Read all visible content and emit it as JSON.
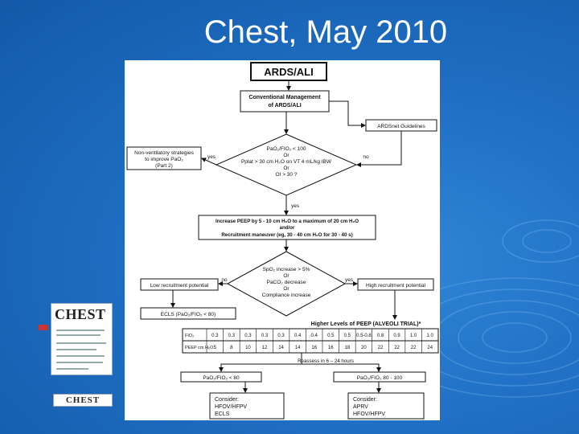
{
  "slide": {
    "title": "Chest, May 2010"
  },
  "thumbnail": {
    "logo_text": "CHEST",
    "footer_logo_text": "CHEST"
  },
  "flowchart": {
    "header": "ARDS/ALI",
    "conventional": [
      "Conventional Management",
      "of ARDS/ALI"
    ],
    "ardsnet": "ARDSnet Guidelines",
    "criteria": [
      "PaO₂/FIO₂ < 100",
      "Or",
      "Pplat > 30 cm H₂O on VT 4 mL/kg IBW",
      "Or",
      "OI > 30 ?"
    ],
    "yes_left": "yes",
    "no_right": "no",
    "yes_down": "yes",
    "nonvent": [
      "Non-ventilatory strategies",
      "to improve PaO₂",
      "(Part 2)"
    ],
    "increase_peep": [
      "Increase PEEP  by 5 - 10 cm H₂O to a maximum of  20 cm H₂O",
      "and/or",
      "Recruitment maneuver (eg, 30 - 40 cm H₂O for 30 - 40 s)"
    ],
    "spo2": [
      "SpO₂ increase > 5%",
      "Or",
      "PaCO₂ decrease",
      "Or",
      "Compliance increase"
    ],
    "no_left": "no",
    "yes_right": "yes",
    "low_recruit": "Low recruitment potential",
    "high_recruit": "High recruitment potential",
    "ecls": "ECLS (PaO₂/FIO₂ < 80)",
    "higher_peep": "Higher Levels of PEEP (ALVEOLI TRIAL)*",
    "fio2_row": [
      "FIO₂",
      "0.3",
      "0.3",
      "0.3",
      "0.3",
      "0.3",
      "0.4",
      "0.4",
      "0.5",
      "0.5",
      "0.5-0.8",
      "0.8",
      "0.9",
      "1.0",
      "1.0"
    ],
    "peep_row": [
      "PEEP cm H₂O",
      "5",
      "8",
      "10",
      "12",
      "14",
      "14",
      "16",
      "16",
      "18",
      "20",
      "22",
      "22",
      "22",
      "24"
    ],
    "reassess": "Reassess in 6 – 24 hours",
    "pao2_low": "PaO₂/FIO₂ < 80",
    "pao2_mid": "PaO₂/FIO₂ 80 - 100",
    "consider_left": [
      "Consider:",
      "HFOV/HFPV",
      "ECLS"
    ],
    "consider_right": [
      "Consider:",
      "APRV",
      "HFOV/HFPV"
    ]
  }
}
